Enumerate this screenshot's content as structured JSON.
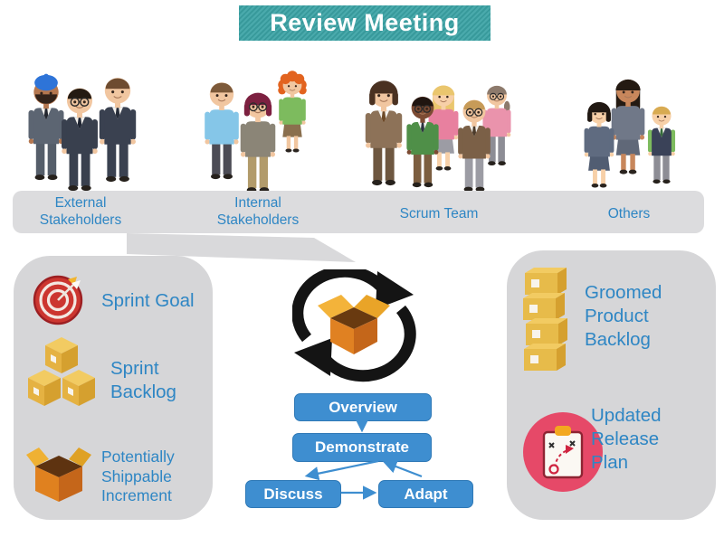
{
  "title": "Review Meeting",
  "audience_groups": [
    {
      "label": "External Stakeholders",
      "icon": "people-group-suits"
    },
    {
      "label": "Internal Stakeholders",
      "icon": "people-group-casual"
    },
    {
      "label": "Scrum Team",
      "icon": "people-group-team"
    },
    {
      "label": "Others",
      "icon": "people-group-others"
    }
  ],
  "inputs_panel": {
    "items": [
      {
        "icon": "target-icon",
        "label": "Sprint Goal"
      },
      {
        "icon": "cardboard-boxes-icon",
        "label": "Sprint Backlog"
      },
      {
        "icon": "open-box-icon",
        "label": "Potentially Shippable Increment"
      }
    ]
  },
  "outputs_panel": {
    "items": [
      {
        "icon": "box-stack-icon",
        "label": "Groomed Product Backlog"
      },
      {
        "icon": "release-plan-icon",
        "label": "Updated Release Plan"
      }
    ]
  },
  "process": {
    "center_icon": "iteration-loop-icon",
    "nodes": [
      {
        "label": "Overview"
      },
      {
        "label": "Demonstrate"
      },
      {
        "label": "Discuss"
      },
      {
        "label": "Adapt"
      }
    ],
    "edges": [
      {
        "from": "Overview",
        "to": "Demonstrate"
      },
      {
        "from": "Demonstrate",
        "to": "Discuss"
      },
      {
        "from": "Discuss",
        "to": "Adapt"
      },
      {
        "from": "Adapt",
        "to": "Demonstrate"
      }
    ]
  },
  "colors": {
    "title_bg": "#3ba3a5",
    "label_text": "#2e86c4",
    "bar_bg": "#dcdcde",
    "panel_bg": "#d6d6d8",
    "node_bg": "#3e8ed0",
    "node_text": "#ffffff",
    "box_gold": "#e7bb4a",
    "target_red": "#cc3630",
    "plan_pink": "#e64968",
    "loop_black": "#141414"
  }
}
